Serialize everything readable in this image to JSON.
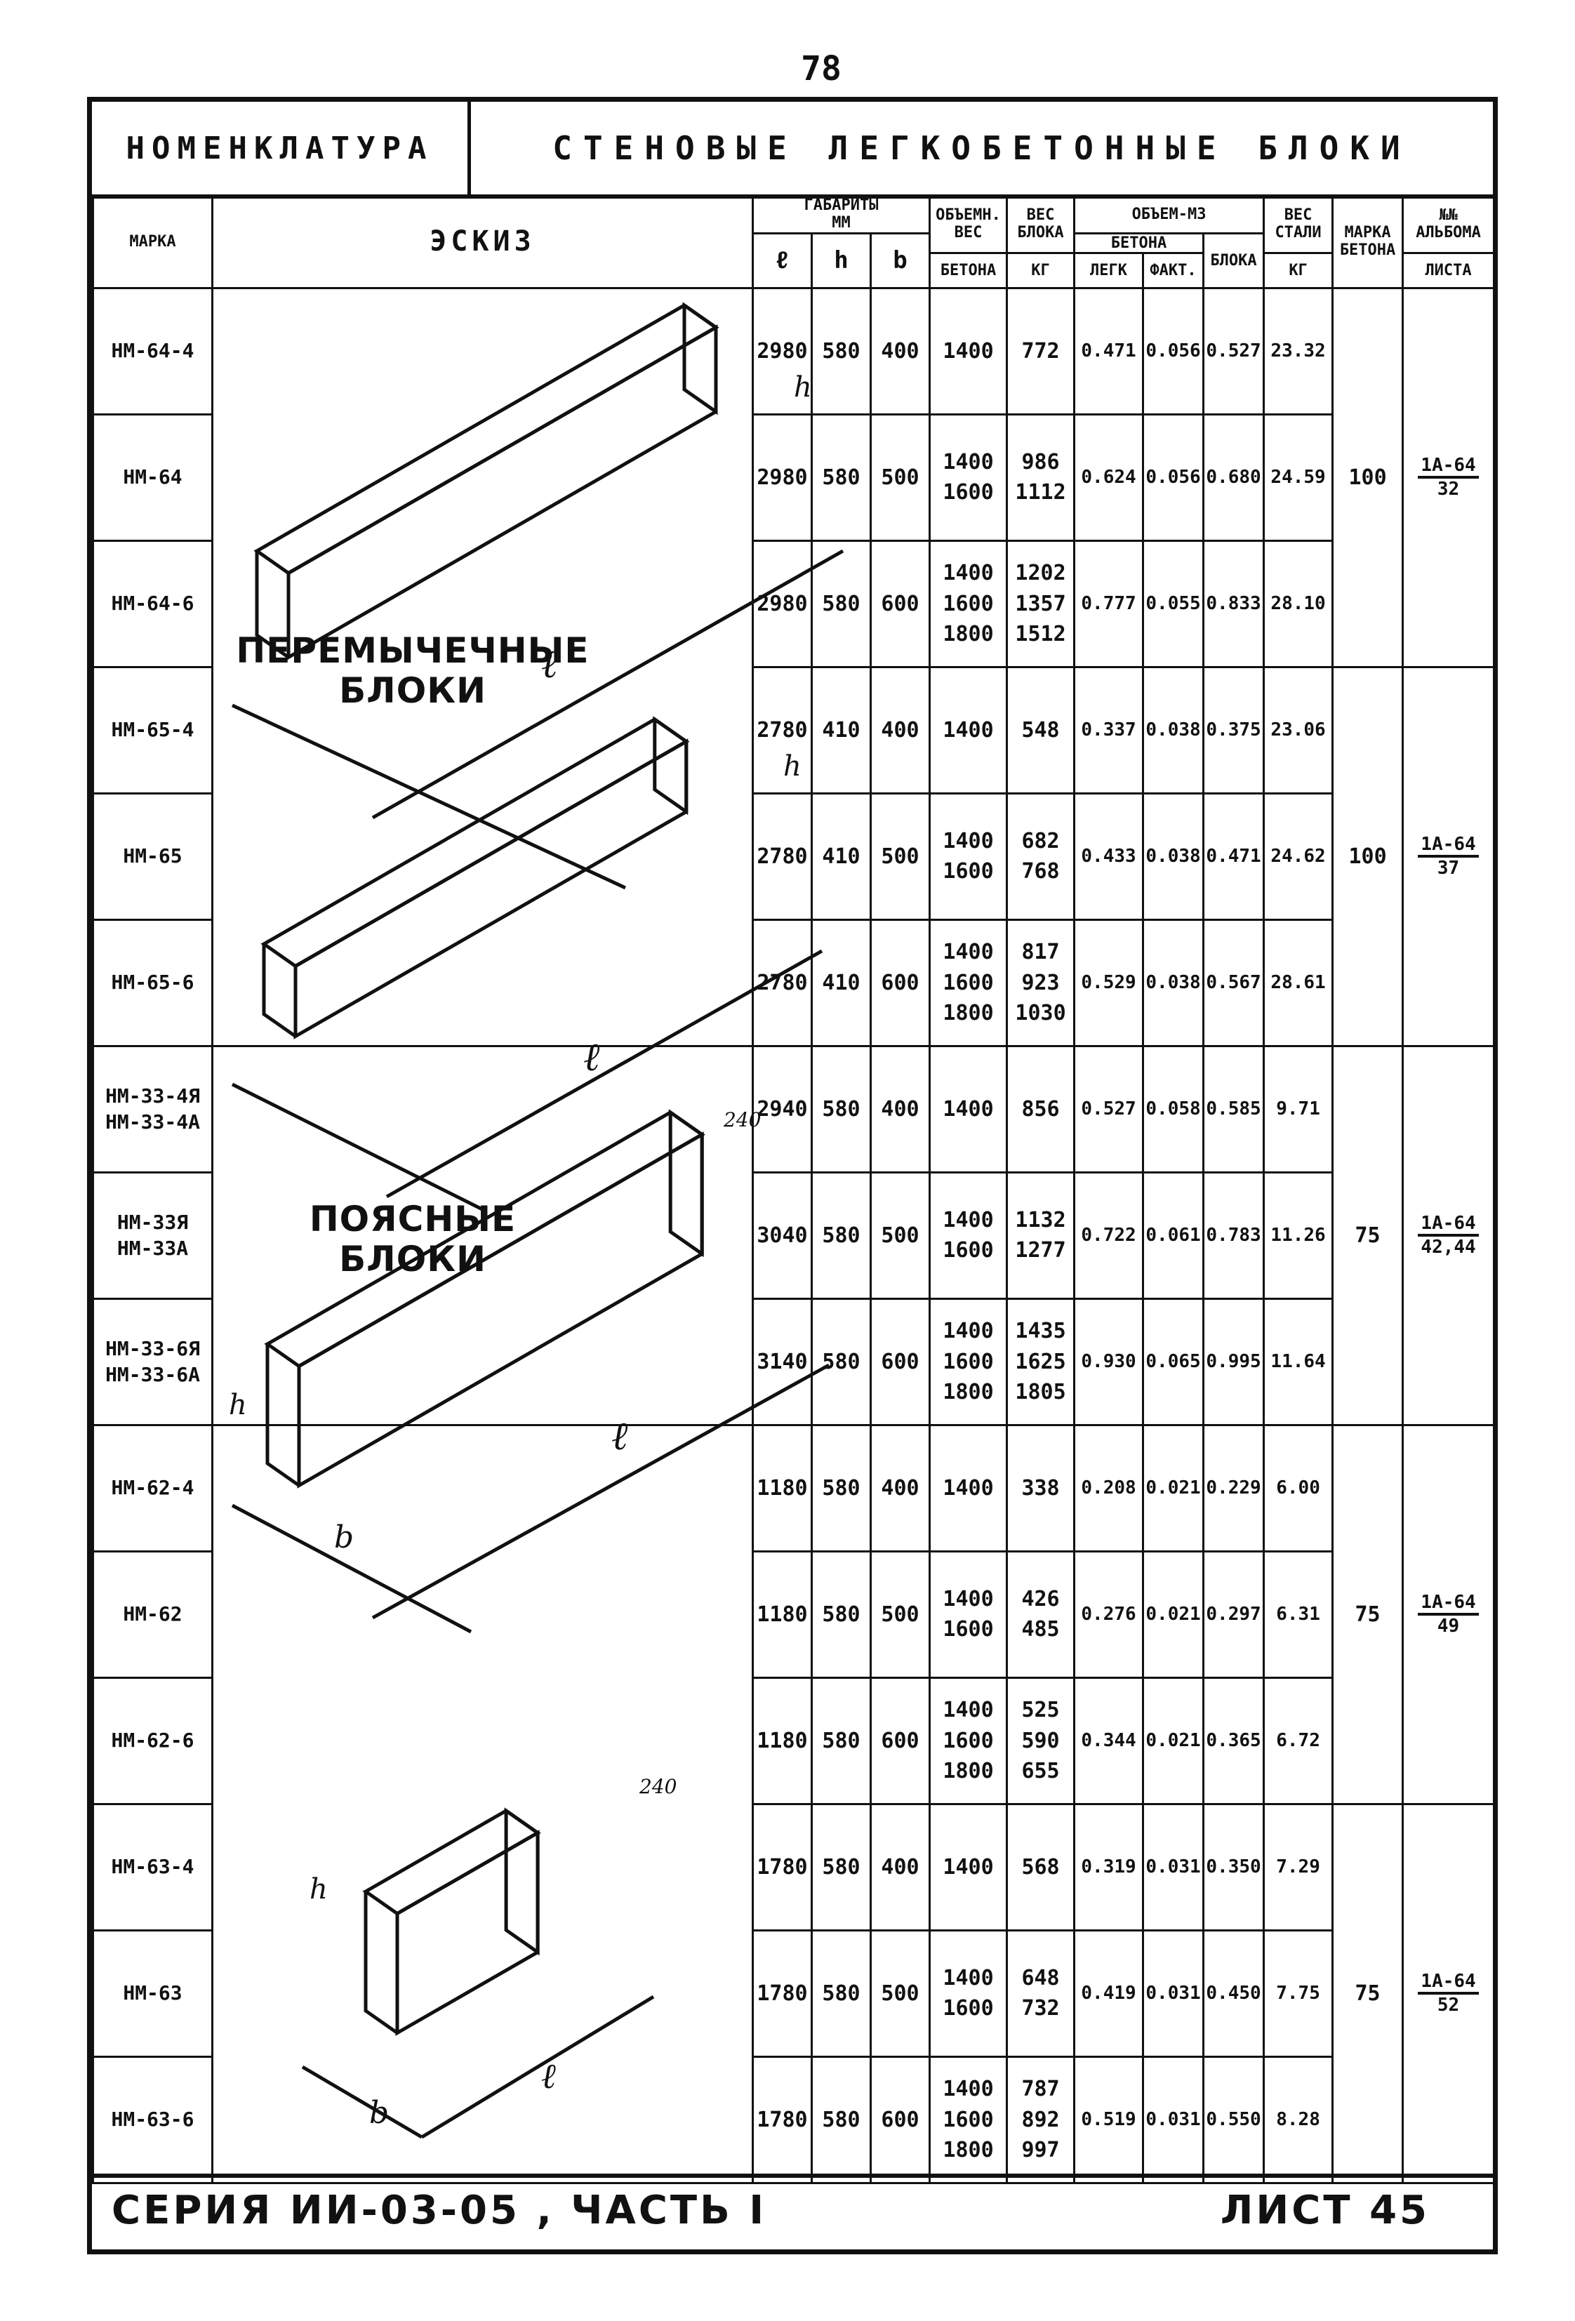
{
  "page_number": "78",
  "header": {
    "nomenclature": "НОМЕНКЛАТУРА",
    "title": "СТЕНОВЫЕ ЛЕГКОБЕТОННЫЕ БЛОКИ"
  },
  "columns": {
    "mark": "МАРКА",
    "sketch": "ЭСКИЗ",
    "dimensions": "ГАБАРИТЫ",
    "dimensions_unit": "ММ",
    "l": "ℓ",
    "h": "h",
    "b": "b",
    "density": "ОБЪЕМН. ВЕС",
    "density_sub": "БЕТОНА",
    "block_weight": "ВЕС БЛОКА",
    "block_weight_unit": "КГ",
    "volume": "ОБЪЕМ-М3",
    "volume_concrete": "БЕТОНА",
    "volume_light": "ЛЕГК",
    "volume_fact": "ФАКТ.",
    "volume_block": "БЛОКА",
    "steel_weight": "ВЕС СТАЛИ",
    "steel_weight_unit": "КГ",
    "concrete_grade": "МАРКА БЕТОНА",
    "album_sheet": "№№ АЛЬБОМА",
    "album_sheet_sub": "ЛИСТА"
  },
  "groups": [
    {
      "title": "ПЕРЕМЫЧЕЧНЫЕ БЛОКИ",
      "grade": "100",
      "album": "1А-64",
      "sheet": "32",
      "rows": [
        {
          "mark": "НМ-64-4",
          "l": "2980",
          "h": "580",
          "b": "400",
          "density": [
            "1400"
          ],
          "weight": [
            "772"
          ],
          "v_light": "0.471",
          "v_fact": "0.056",
          "v_block": "0.527",
          "steel": "23.32"
        },
        {
          "mark": "НМ-64",
          "l": "2980",
          "h": "580",
          "b": "500",
          "density": [
            "1400",
            "1600"
          ],
          "weight": [
            "986",
            "1112"
          ],
          "v_light": "0.624",
          "v_fact": "0.056",
          "v_block": "0.680",
          "steel": "24.59"
        },
        {
          "mark": "НМ-64-6",
          "l": "2980",
          "h": "580",
          "b": "600",
          "density": [
            "1400",
            "1600",
            "1800"
          ],
          "weight": [
            "1202",
            "1357",
            "1512"
          ],
          "v_light": "0.777",
          "v_fact": "0.055",
          "v_block": "0.833",
          "steel": "28.10"
        }
      ]
    },
    {
      "title": "",
      "grade": "100",
      "album": "1А-64",
      "sheet": "37",
      "rows": [
        {
          "mark": "НМ-65-4",
          "l": "2780",
          "h": "410",
          "b": "400",
          "density": [
            "1400"
          ],
          "weight": [
            "548"
          ],
          "v_light": "0.337",
          "v_fact": "0.038",
          "v_block": "0.375",
          "steel": "23.06"
        },
        {
          "mark": "НМ-65",
          "l": "2780",
          "h": "410",
          "b": "500",
          "density": [
            "1400",
            "1600"
          ],
          "weight": [
            "682",
            "768"
          ],
          "v_light": "0.433",
          "v_fact": "0.038",
          "v_block": "0.471",
          "steel": "24.62"
        },
        {
          "mark": "НМ-65-6",
          "l": "2780",
          "h": "410",
          "b": "600",
          "density": [
            "1400",
            "1600",
            "1800"
          ],
          "weight": [
            "817",
            "923",
            "1030"
          ],
          "v_light": "0.529",
          "v_fact": "0.038",
          "v_block": "0.567",
          "steel": "28.61"
        }
      ]
    },
    {
      "title": "ПОЯСНЫЕ БЛОКИ",
      "grade": "75",
      "album": "1А-64",
      "sheet": "42,44",
      "rows": [
        {
          "mark": "НМ-33-4Я\nНМ-33-4А",
          "l": "2940",
          "h": "580",
          "b": "400",
          "density": [
            "1400"
          ],
          "weight": [
            "856"
          ],
          "v_light": "0.527",
          "v_fact": "0.058",
          "v_block": "0.585",
          "steel": "9.71"
        },
        {
          "mark": "НМ-33Я\nНМ-33А",
          "l": "3040",
          "h": "580",
          "b": "500",
          "density": [
            "1400",
            "1600"
          ],
          "weight": [
            "1132",
            "1277"
          ],
          "v_light": "0.722",
          "v_fact": "0.061",
          "v_block": "0.783",
          "steel": "11.26"
        },
        {
          "mark": "НМ-33-6Я\nНМ-33-6А",
          "l": "3140",
          "h": "580",
          "b": "600",
          "density": [
            "1400",
            "1600",
            "1800"
          ],
          "weight": [
            "1435",
            "1625",
            "1805"
          ],
          "v_light": "0.930",
          "v_fact": "0.065",
          "v_block": "0.995",
          "steel": "11.64"
        }
      ]
    },
    {
      "title": "",
      "grade": "75",
      "album": "1А-64",
      "sheet": "49",
      "rows": [
        {
          "mark": "НМ-62-4",
          "l": "1180",
          "h": "580",
          "b": "400",
          "density": [
            "1400"
          ],
          "weight": [
            "338"
          ],
          "v_light": "0.208",
          "v_fact": "0.021",
          "v_block": "0.229",
          "steel": "6.00"
        },
        {
          "mark": "НМ-62",
          "l": "1180",
          "h": "580",
          "b": "500",
          "density": [
            "1400",
            "1600"
          ],
          "weight": [
            "426",
            "485"
          ],
          "v_light": "0.276",
          "v_fact": "0.021",
          "v_block": "0.297",
          "steel": "6.31"
        },
        {
          "mark": "НМ-62-6",
          "l": "1180",
          "h": "580",
          "b": "600",
          "density": [
            "1400",
            "1600",
            "1800"
          ],
          "weight": [
            "525",
            "590",
            "655"
          ],
          "v_light": "0.344",
          "v_fact": "0.021",
          "v_block": "0.365",
          "steel": "6.72"
        }
      ]
    },
    {
      "title": "",
      "grade": "75",
      "album": "1А-64",
      "sheet": "52",
      "rows": [
        {
          "mark": "НМ-63-4",
          "l": "1780",
          "h": "580",
          "b": "400",
          "density": [
            "1400"
          ],
          "weight": [
            "568"
          ],
          "v_light": "0.319",
          "v_fact": "0.031",
          "v_block": "0.350",
          "steel": "7.29"
        },
        {
          "mark": "НМ-63",
          "l": "1780",
          "h": "580",
          "b": "500",
          "density": [
            "1400",
            "1600"
          ],
          "weight": [
            "648",
            "732"
          ],
          "v_light": "0.419",
          "v_fact": "0.031",
          "v_block": "0.450",
          "steel": "7.75"
        },
        {
          "mark": "НМ-63-6",
          "l": "1780",
          "h": "580",
          "b": "600",
          "density": [
            "1400",
            "1600",
            "1800"
          ],
          "weight": [
            "787",
            "892",
            "997"
          ],
          "v_light": "0.519",
          "v_fact": "0.031",
          "v_block": "0.550",
          "steel": "8.28"
        }
      ]
    }
  ],
  "sketch_labels": {
    "l": "ℓ",
    "h": "h",
    "b": "b",
    "dim240": "240"
  },
  "footer": {
    "series": "СЕРИЯ ИИ-03-05 , ЧАСТЬ I",
    "sheet": "ЛИСТ 45"
  }
}
